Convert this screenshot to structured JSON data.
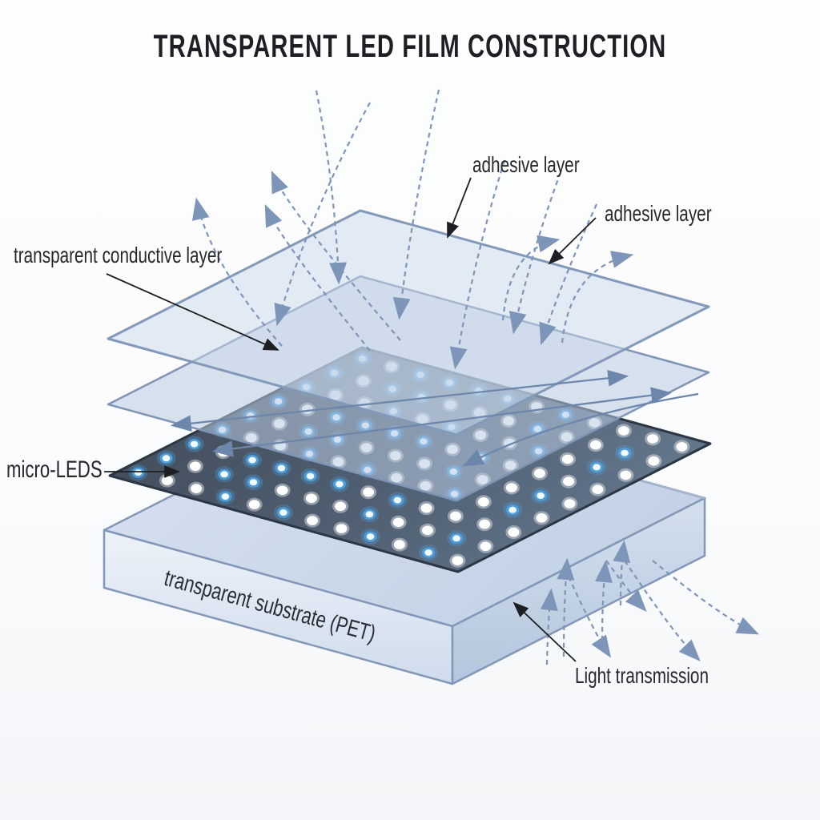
{
  "title": "TRANSPARENT LED FILM CONSTRUCTION",
  "diagram": {
    "type": "exploded-layer-diagram",
    "subject": "transparent LED film",
    "labels": {
      "adhesive_top": "adhesive layer",
      "adhesive_right": "adhesive layer",
      "conductive": "transparent conductive layer",
      "micro_leds": "micro-LEDS",
      "substrate": "transparent substrate (PET)",
      "light_transmission": "Light transmission"
    },
    "layers_top_to_bottom": [
      "adhesive layer",
      "adhesive layer / transparent conductive layer",
      "micro-LEDS panel",
      "transparent substrate (PET)"
    ],
    "colors": {
      "layer_fill_top": "#c7d7ea",
      "layer_fill_second": "#b9cbe2",
      "layer_stroke": "#7f95b6",
      "dark_panel_start": "#37414e",
      "dark_panel_end": "#5d7085",
      "dark_panel_stroke": "#2c3644",
      "box_top": "#ccd9e9",
      "box_front_light": "#eaf0f8",
      "box_front_dark": "#cfdcec",
      "box_right": "#bccde1",
      "box_stroke": "#8398b8",
      "led_white": "#ffffff",
      "led_blue": "#4da6e8",
      "arrow_dashed": "#7e95ba",
      "arrow_solid": "#6d86ab",
      "arrow_black": "#1d1f23",
      "text": "#26282c"
    },
    "led_grid": {
      "rows": 12,
      "cols": 9
    }
  }
}
